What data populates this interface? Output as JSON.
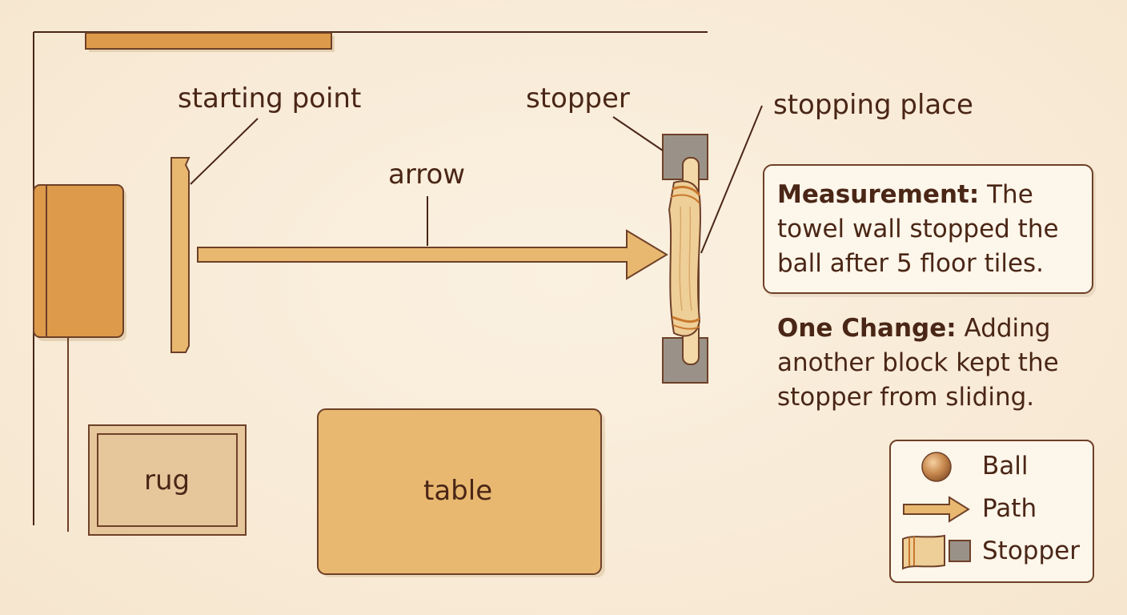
{
  "labels": {
    "starting_point": "starting point",
    "stopper": "stopper",
    "stopping_place": "stopping place",
    "arrow": "arrow",
    "rug": "rug",
    "table": "table"
  },
  "measurement": {
    "heading": "Measurement:",
    "text": " The towel wall stopped the ball after 5 floor tiles."
  },
  "one_change": {
    "heading": "One Change:",
    "text": " Adding another block kept the stopper from sliding."
  },
  "legend": {
    "items": [
      {
        "label": "Ball",
        "icon": "ball-icon"
      },
      {
        "label": "Path",
        "icon": "arrow-icon"
      },
      {
        "label": "Stopper",
        "icon": "towel-and-block-icon"
      }
    ]
  },
  "colors": {
    "background": "#f9ecd8",
    "outline": "#6e4028",
    "text": "#4a2616",
    "orange": "#dc9a4a",
    "tan": "#e8b870",
    "block_gray": "#9a9288",
    "towel": "#efcf98"
  }
}
